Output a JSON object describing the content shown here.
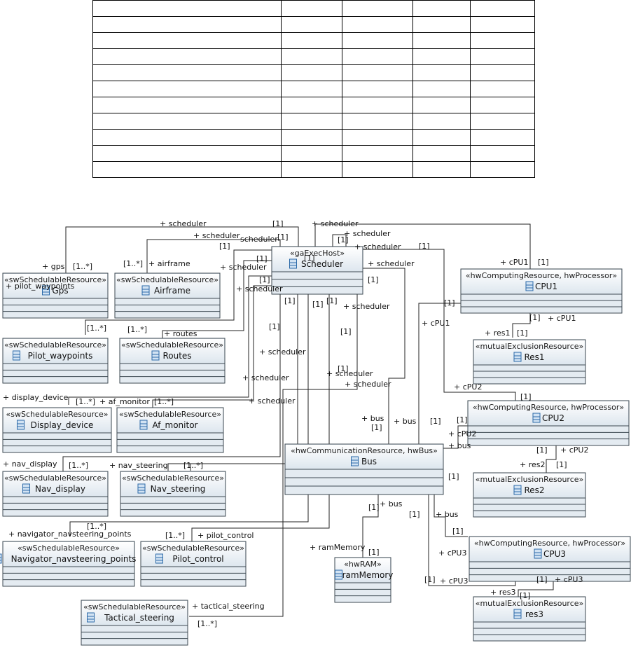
{
  "table": {
    "columns": 5,
    "rows": 11
  },
  "classes": {
    "scheduler": {
      "stereotype": "«gaExecHost»",
      "name": "Scheduler"
    },
    "gps": {
      "stereotype": "«swSchedulableResource»",
      "name": "Gps"
    },
    "airframe": {
      "stereotype": "«swSchedulableResource»",
      "name": "Airframe"
    },
    "pilot_waypoints": {
      "stereotype": "«swSchedulableResource»",
      "name": "Pilot_waypoints"
    },
    "routes": {
      "stereotype": "«swSchedulableResource»",
      "name": "Routes"
    },
    "display_device": {
      "stereotype": "«swSchedulableResource»",
      "name": "Display_device"
    },
    "af_monitor": {
      "stereotype": "«swSchedulableResource»",
      "name": "Af_monitor"
    },
    "nav_display": {
      "stereotype": "«swSchedulableResource»",
      "name": "Nav_display"
    },
    "nav_steering": {
      "stereotype": "«swSchedulableResource»",
      "name": "Nav_steering"
    },
    "navigator_navsteering_points": {
      "stereotype": "«swSchedulableResource»",
      "name": "Navigator_navsteering_points"
    },
    "pilot_control": {
      "stereotype": "«swSchedulableResource»",
      "name": "Pilot_control"
    },
    "tactical_steering": {
      "stereotype": "«swSchedulableResource»",
      "name": "Tactical_steering"
    },
    "cpu1": {
      "stereotype": "«hwComputingResource, hwProcessor»",
      "name": "CPU1"
    },
    "res1": {
      "stereotype": "«mutualExclusionResource»",
      "name": "Res1"
    },
    "cpu2": {
      "stereotype": "«hwComputingResource, hwProcessor»",
      "name": "CPU2"
    },
    "res2": {
      "stereotype": "«mutualExclusionResource»",
      "name": "Res2"
    },
    "bus": {
      "stereotype": "«hwCommunicationResource, hwBus»",
      "name": "Bus"
    },
    "cpu3": {
      "stereotype": "«hwComputingResource, hwProcessor»",
      "name": "CPU3"
    },
    "res3": {
      "stereotype": "«mutualExclusionResource»",
      "name": "res3"
    },
    "rammemory": {
      "stereotype": "«hwRAM»",
      "name": "ramMemory"
    }
  },
  "roles": {
    "scheduler": "+ scheduler",
    "gps": "+ gps",
    "airframe": "+ airframe",
    "pilot_waypoints": "+ pilot_waypoints",
    "routes": "+ routes",
    "display_device": "+ display_device",
    "af_monitor": "+ af_monitor",
    "nav_display": "+ nav_display",
    "nav_steering": "+ nav_steering",
    "navigator_navsteering_points": "+ navigator_navsteering_points",
    "pilot_control": "+ pilot_control",
    "tactical_steering": "+ tactical_steering",
    "cpu1": "+ cPU1",
    "cpu2": "+ cPU2",
    "cpu3": "+ cPU3",
    "res1": "+ res1",
    "res2": "+ res2",
    "res3": "+ res3",
    "bus": "+ bus",
    "rammemory": "+ ramMemory"
  },
  "multiplicity": {
    "one": "[1]",
    "many": "[1..*]"
  },
  "overlap_fragments": {
    "schedu": "+ schedu",
    "scheduler_tail": "scheduler"
  }
}
